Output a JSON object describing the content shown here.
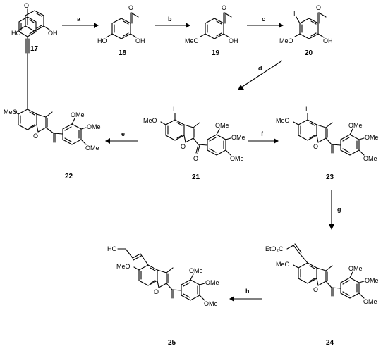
{
  "compounds": {
    "c17": "17",
    "c18": "18",
    "c19": "19",
    "c20": "20",
    "c21": "21",
    "c22": "22",
    "c23": "23",
    "c24": "24",
    "c25": "25"
  },
  "steps": {
    "a": "a",
    "b": "b",
    "c": "c",
    "d": "d",
    "e": "e",
    "f": "f",
    "g": "g",
    "h": "h"
  },
  "atoms": {
    "HO": "HO",
    "OH": "OH",
    "O": "O",
    "I": "I",
    "MeO": "MeO",
    "OMe": "OMe",
    "EtO2C": "EtO₂C"
  }
}
